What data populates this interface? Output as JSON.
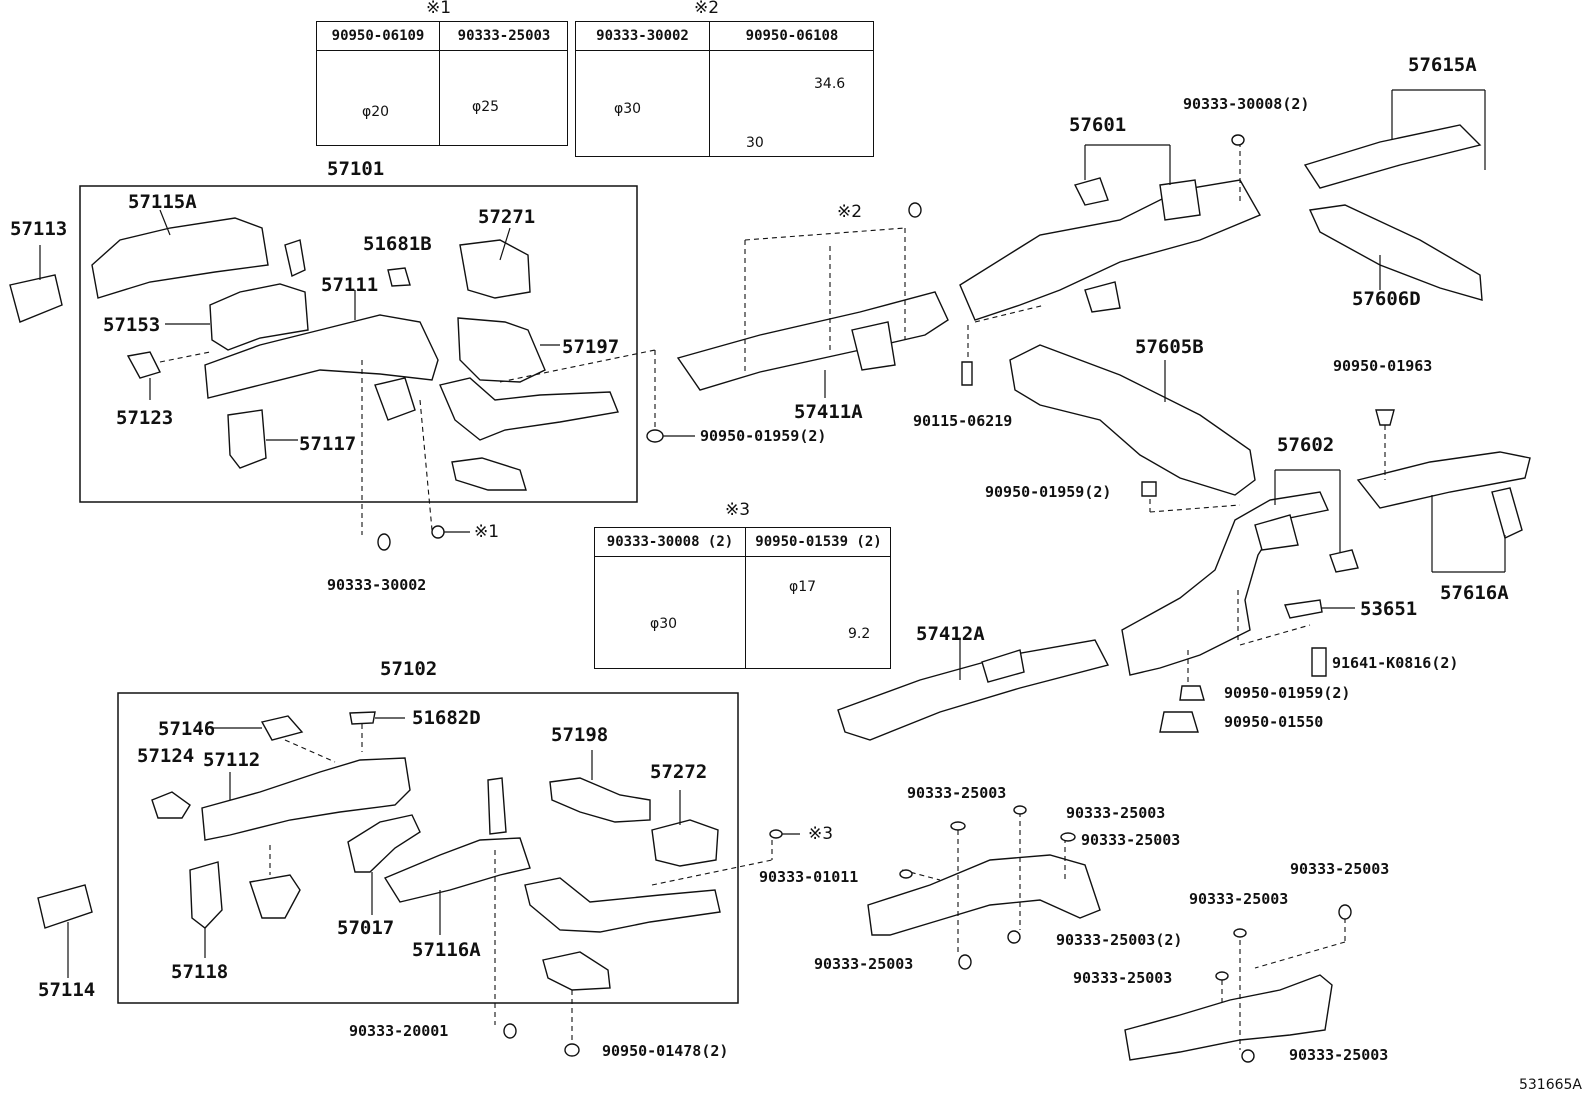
{
  "tables": {
    "t1": {
      "mark": "※1",
      "col1": "90950-06109",
      "col2": "90333-25003",
      "dim1": "φ20",
      "dim2": "φ25"
    },
    "t2": {
      "mark": "※2",
      "col1": "90333-30002",
      "col2": "90950-06108",
      "dim1": "φ30",
      "dim_h": "34.6",
      "dim_w": "30"
    },
    "t3": {
      "mark": "※3",
      "col1": "90333-30008 (2)",
      "col2": "90950-01539 (2)",
      "dim1": "φ30",
      "dim_d": "φ17",
      "dim_h": "9.2"
    }
  },
  "labels": {
    "p57101": "57101",
    "p57113": "57113",
    "p57115A": "57115A",
    "p51681B": "51681B",
    "p57271": "57271",
    "p57111": "57111",
    "p57153": "57153",
    "p57197": "57197",
    "p57123": "57123",
    "p57117": "57117",
    "p90333_30002": "90333-30002",
    "ref1": "※1",
    "p57411A": "57411A",
    "ref2": "※2",
    "p90950_01959a": "90950-01959(2)",
    "p57601": "57601",
    "p90333_30008": "90333-30008(2)",
    "p57615A": "57615A",
    "p57606D": "57606D",
    "p90115_06219": "90115-06219",
    "p57605B": "57605B",
    "p90950_01963": "90950-01963",
    "p90950_01959b": "90950-01959(2)",
    "p57602": "57602",
    "p57616A": "57616A",
    "p53651": "53651",
    "p91641": "91641-K0816(2)",
    "p90950_01959c": "90950-01959(2)",
    "p90950_01550": "90950-01550",
    "p57412A": "57412A",
    "p57102": "57102",
    "p57146": "57146",
    "p51682D": "51682D",
    "p57124": "57124",
    "p57112": "57112",
    "p57198": "57198",
    "p57272": "57272",
    "ref3": "※3",
    "p57017": "57017",
    "p57116A": "57116A",
    "p57118": "57118",
    "p57114": "57114",
    "p90333_20001": "90333-20001",
    "p90950_01478": "90950-01478(2)",
    "p90333_25003a": "90333-25003",
    "p90333_25003b": "90333-25003",
    "p90333_25003c": "90333-25003",
    "p90333_01011": "90333-01011",
    "p90333_25003d": "90333-25003(2)",
    "p90333_25003e": "90333-25003",
    "p90333_25003f": "90333-25003",
    "p90333_25003g": "90333-25003",
    "p90333_25003h": "90333-25003",
    "p90333_25003i": "90333-25003"
  },
  "footer_code": "531665A"
}
